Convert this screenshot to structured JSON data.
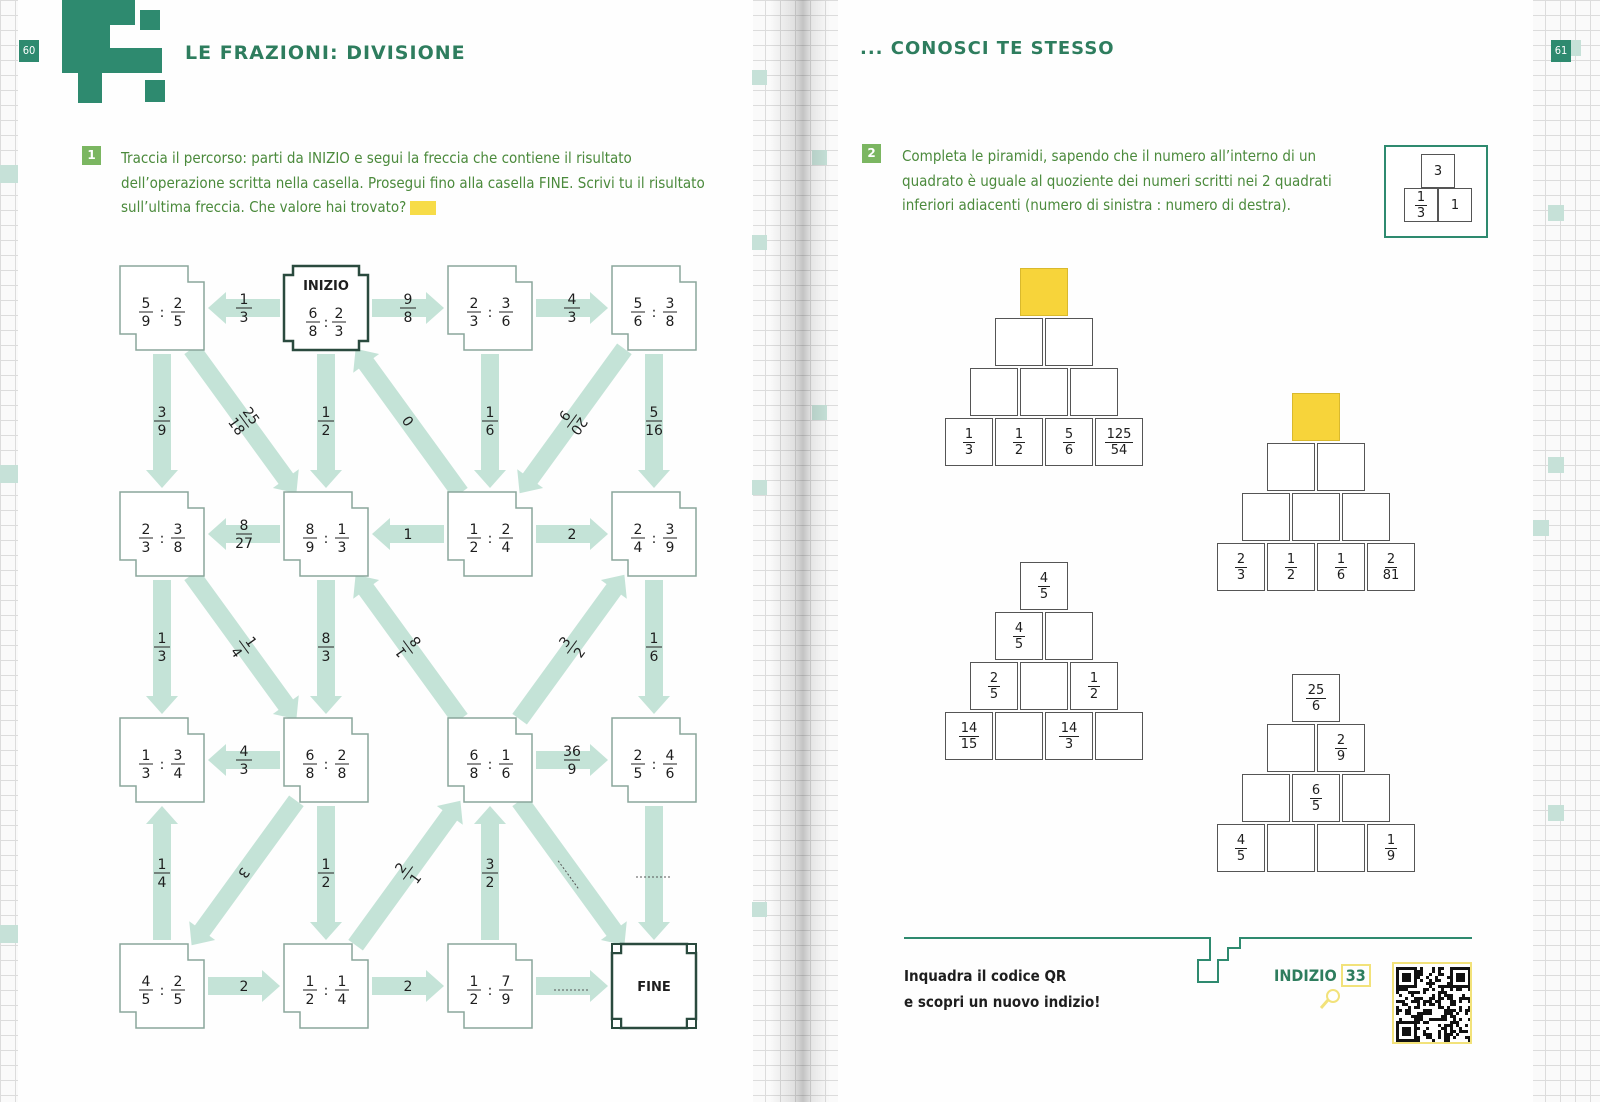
{
  "left_page": {
    "page_number": "60",
    "title": "LE FRAZIONI: DIVISIONE",
    "exercise_number": "1",
    "exercise_text": "Traccia il percorso: parti da INIZIO e segui la freccia che contiene il risultato dell’operazione scritta nella casella. Prosegui fino alla casella FINE. Scrivi tu il risultato sull’ultima freccia. Che valore hai trovato?"
  },
  "right_page": {
    "page_number": "61",
    "title": "... CONOSCI TE STESSO",
    "exercise_number": "2",
    "exercise_text": "Completa le piramidi, sapendo che il numero all’interno di un quadrato è uguale al quoziente dei numeri scritti nei 2 quadrati inferiori adiacenti (numero di sinistra : numero di destra).",
    "example": {
      "top": "3",
      "bottom_left": {
        "n": "1",
        "d": "3"
      },
      "bottom_right": "1"
    },
    "footer_text_1": "Inquadra il codice QR",
    "footer_text_2": "e scopri un nuovo indizio!",
    "clue_label": "INDIZIO",
    "clue_number": "33"
  },
  "maze": {
    "start_label": "INIZIO",
    "end_label": "FINE",
    "nodes": [
      {
        "id": "r0c0",
        "a": {
          "n": "5",
          "d": "9"
        },
        "b": {
          "n": "2",
          "d": "5"
        }
      },
      {
        "id": "r0c1",
        "start": true,
        "a": {
          "n": "6",
          "d": "8"
        },
        "b": {
          "n": "2",
          "d": "3"
        }
      },
      {
        "id": "r0c2",
        "a": {
          "n": "2",
          "d": "3"
        },
        "b": {
          "n": "3",
          "d": "6"
        }
      },
      {
        "id": "r0c3",
        "a": {
          "n": "5",
          "d": "6"
        },
        "b": {
          "n": "3",
          "d": "8"
        }
      },
      {
        "id": "r1c0",
        "a": {
          "n": "2",
          "d": "3"
        },
        "b": {
          "n": "3",
          "d": "8"
        }
      },
      {
        "id": "r1c1",
        "a": {
          "n": "8",
          "d": "9"
        },
        "b": {
          "n": "1",
          "d": "3"
        }
      },
      {
        "id": "r1c2",
        "a": {
          "n": "1",
          "d": "2"
        },
        "b": {
          "n": "2",
          "d": "4"
        }
      },
      {
        "id": "r1c3",
        "a": {
          "n": "2",
          "d": "4"
        },
        "b": {
          "n": "3",
          "d": "9"
        }
      },
      {
        "id": "r2c0",
        "a": {
          "n": "1",
          "d": "3"
        },
        "b": {
          "n": "3",
          "d": "4"
        }
      },
      {
        "id": "r2c1",
        "a": {
          "n": "6",
          "d": "8"
        },
        "b": {
          "n": "2",
          "d": "8"
        }
      },
      {
        "id": "r2c2",
        "a": {
          "n": "6",
          "d": "8"
        },
        "b": {
          "n": "1",
          "d": "6"
        }
      },
      {
        "id": "r2c3",
        "a": {
          "n": "2",
          "d": "5"
        },
        "b": {
          "n": "4",
          "d": "6"
        }
      },
      {
        "id": "r3c0",
        "a": {
          "n": "4",
          "d": "5"
        },
        "b": {
          "n": "2",
          "d": "5"
        }
      },
      {
        "id": "r3c1",
        "a": {
          "n": "1",
          "d": "2"
        },
        "b": {
          "n": "1",
          "d": "4"
        }
      },
      {
        "id": "r3c2",
        "a": {
          "n": "1",
          "d": "2"
        },
        "b": {
          "n": "7",
          "d": "9"
        }
      },
      {
        "id": "r3c3",
        "end": true
      }
    ],
    "arrows": [
      {
        "from": "r0c1",
        "to": "r0c0",
        "label": {
          "n": "1",
          "d": "3"
        }
      },
      {
        "from": "r0c1",
        "to": "r0c2",
        "label": {
          "n": "9",
          "d": "8"
        }
      },
      {
        "from": "r0c2",
        "to": "r0c3",
        "label": {
          "n": "4",
          "d": "3"
        }
      },
      {
        "from": "r0c0",
        "to": "r1c0",
        "label": {
          "n": "3",
          "d": "9"
        }
      },
      {
        "from": "r0c0",
        "to": "r1c1",
        "label": {
          "n": "25",
          "d": "18"
        }
      },
      {
        "from": "r0c1",
        "to": "r1c1",
        "label": {
          "n": "1",
          "d": "2"
        }
      },
      {
        "from": "r1c2",
        "to": "r0c1",
        "label": {
          "t": "0"
        }
      },
      {
        "from": "r0c2",
        "to": "r1c2",
        "label": {
          "n": "1",
          "d": "6"
        }
      },
      {
        "from": "r0c3",
        "to": "r1c2",
        "label": {
          "n": "20",
          "d": "9"
        }
      },
      {
        "from": "r0c3",
        "to": "r1c3",
        "label": {
          "n": "5",
          "d": "16"
        }
      },
      {
        "from": "r1c1",
        "to": "r1c0",
        "label": {
          "n": "8",
          "d": "27"
        }
      },
      {
        "from": "r1c2",
        "to": "r1c1",
        "label": {
          "t": "1"
        }
      },
      {
        "from": "r1c2",
        "to": "r1c3",
        "label": {
          "t": "2"
        }
      },
      {
        "from": "r1c0",
        "to": "r2c0",
        "label": {
          "n": "1",
          "d": "3"
        }
      },
      {
        "from": "r1c0",
        "to": "r2c1",
        "label": {
          "n": "1",
          "d": "4"
        }
      },
      {
        "from": "r1c1",
        "to": "r2c1",
        "label": {
          "n": "8",
          "d": "3"
        }
      },
      {
        "from": "r2c2",
        "to": "r1c1",
        "label": {
          "n": "1",
          "d": "8"
        }
      },
      {
        "from": "r2c2",
        "to": "r1c3",
        "label": {
          "n": "3",
          "d": "2"
        }
      },
      {
        "from": "r1c3",
        "to": "r2c3",
        "label": {
          "n": "1",
          "d": "6"
        }
      },
      {
        "from": "r2c1",
        "to": "r2c0",
        "label": {
          "n": "4",
          "d": "3"
        }
      },
      {
        "from": "r2c2",
        "to": "r2c3",
        "label": {
          "n": "36",
          "d": "9"
        }
      },
      {
        "from": "r3c0",
        "to": "r2c0",
        "label": {
          "n": "1",
          "d": "4"
        }
      },
      {
        "from": "r2c1",
        "to": "r3c0",
        "label": {
          "t": "3"
        }
      },
      {
        "from": "r2c1",
        "to": "r3c1",
        "label": {
          "n": "1",
          "d": "2"
        }
      },
      {
        "from": "r3c1",
        "to": "r2c2",
        "label": {
          "n": "2",
          "d": "1"
        }
      },
      {
        "from": "r3c2",
        "to": "r2c2",
        "label": {
          "n": "3",
          "d": "2"
        }
      },
      {
        "from": "r2c2",
        "to": "r3c3",
        "label": {
          "t": ""
        }
      },
      {
        "from": "r2c3",
        "to": "r3c3",
        "label": {
          "t": ""
        }
      },
      {
        "from": "r3c0",
        "to": "r3c1",
        "label": {
          "t": "2"
        }
      },
      {
        "from": "r3c1",
        "to": "r3c2",
        "label": {
          "t": "2"
        }
      },
      {
        "from": "r3c2",
        "to": "r3c3",
        "label": {
          "t": ""
        }
      }
    ]
  },
  "pyramids": [
    {
      "id": "pyramid-1",
      "rows": [
        [
          {
            "highlight": true
          }
        ],
        [
          {},
          {}
        ],
        [
          {},
          {},
          {}
        ],
        [
          {
            "n": "1",
            "d": "3"
          },
          {
            "n": "1",
            "d": "2"
          },
          {
            "n": "5",
            "d": "6"
          },
          {
            "n": "125",
            "d": "54"
          }
        ]
      ]
    },
    {
      "id": "pyramid-2",
      "rows": [
        [
          {
            "highlight": true
          }
        ],
        [
          {},
          {}
        ],
        [
          {},
          {},
          {}
        ],
        [
          {
            "n": "2",
            "d": "3"
          },
          {
            "n": "1",
            "d": "2"
          },
          {
            "n": "1",
            "d": "6"
          },
          {
            "n": "2",
            "d": "81"
          }
        ]
      ]
    },
    {
      "id": "pyramid-3",
      "rows": [
        [
          {
            "n": "4",
            "d": "5"
          }
        ],
        [
          {
            "n": "4",
            "d": "5"
          },
          {}
        ],
        [
          {
            "n": "2",
            "d": "5"
          },
          {},
          {
            "n": "1",
            "d": "2"
          }
        ],
        [
          {
            "n": "14",
            "d": "15"
          },
          {},
          {
            "n": "14",
            "d": "3"
          },
          {}
        ]
      ]
    },
    {
      "id": "pyramid-4",
      "rows": [
        [
          {
            "n": "25",
            "d": "6"
          }
        ],
        [
          {},
          {
            "n": "2",
            "d": "9"
          }
        ],
        [
          {},
          {
            "n": "6",
            "d": "5"
          },
          {}
        ],
        [
          {
            "n": "4",
            "d": "5"
          },
          {},
          {},
          {
            "n": "1",
            "d": "9"
          }
        ]
      ]
    }
  ],
  "colors": {
    "accent_green": "#2e8a6f",
    "text_green": "#4b8a3c",
    "arrow_mint": "#c4e3d7",
    "highlight_yellow": "#f7d43a"
  }
}
